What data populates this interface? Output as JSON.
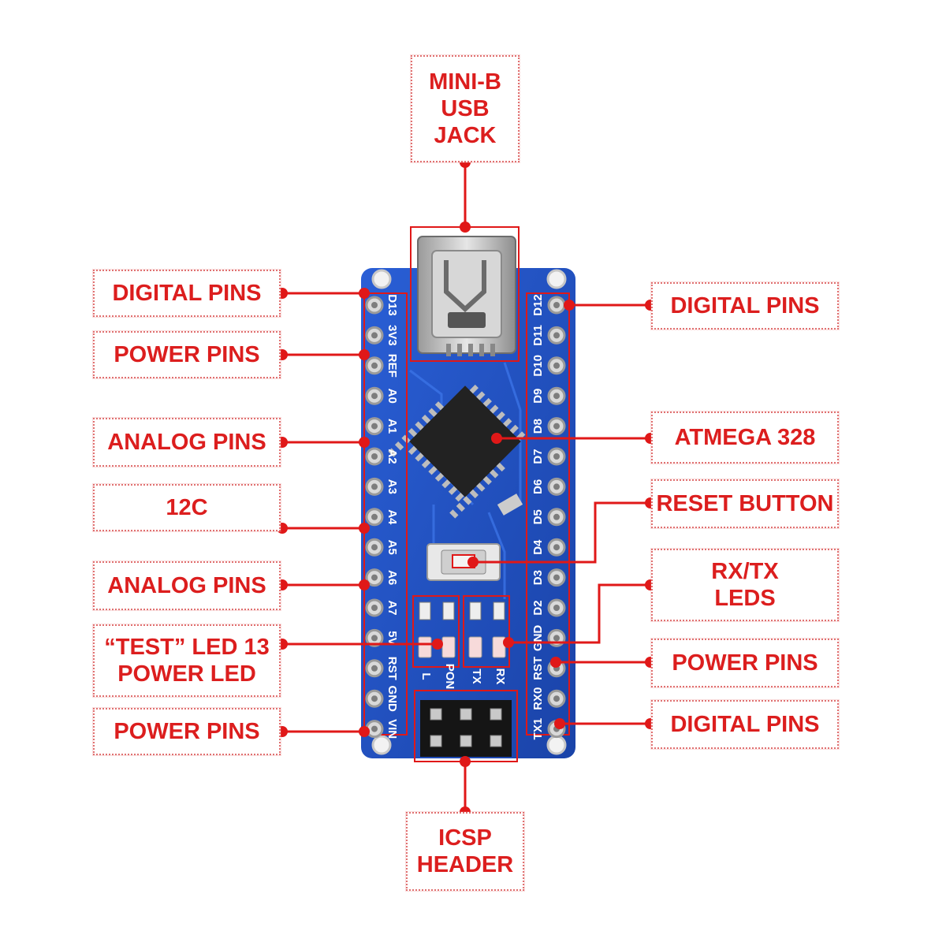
{
  "colors": {
    "label_red": "#dc1e1e",
    "board_blue": "#1d4fc0",
    "leader_red": "#e01818"
  },
  "labels": {
    "usb": "MINI-B\nUSB\nJACK",
    "digital_left": "DIGITAL PINS",
    "power_left_1": "POWER PINS",
    "analog_left_1": "ANALOG PINS",
    "i2c": "12C",
    "analog_left_2": "ANALOG PINS",
    "test_led": "“TEST” LED 13\nPOWER LED",
    "power_left_2": "POWER PINS",
    "digital_right_1": "DIGITAL PINS",
    "atmega": "ATMEGA 328",
    "reset": "RESET BUTTON",
    "rxtx": "RX/TX\nLEDS",
    "power_right": "POWER PINS",
    "digital_right_2": "DIGITAL PINS",
    "icsp": "ICSP\nHEADER"
  },
  "board": {
    "left_pins": [
      "D13",
      "3V3",
      "REF",
      "A0",
      "A1",
      "A2",
      "A3",
      "A4",
      "A5",
      "A6",
      "A7",
      "5V",
      "RST",
      "GND",
      "VIN"
    ],
    "right_pins": [
      "D12",
      "D11",
      "D10",
      "D9",
      "D8",
      "D7",
      "D6",
      "D5",
      "D4",
      "D3",
      "D2",
      "GND",
      "RST",
      "RX0",
      "TX1"
    ],
    "led_labels": [
      "L",
      "PON",
      "TX",
      "RX"
    ]
  }
}
